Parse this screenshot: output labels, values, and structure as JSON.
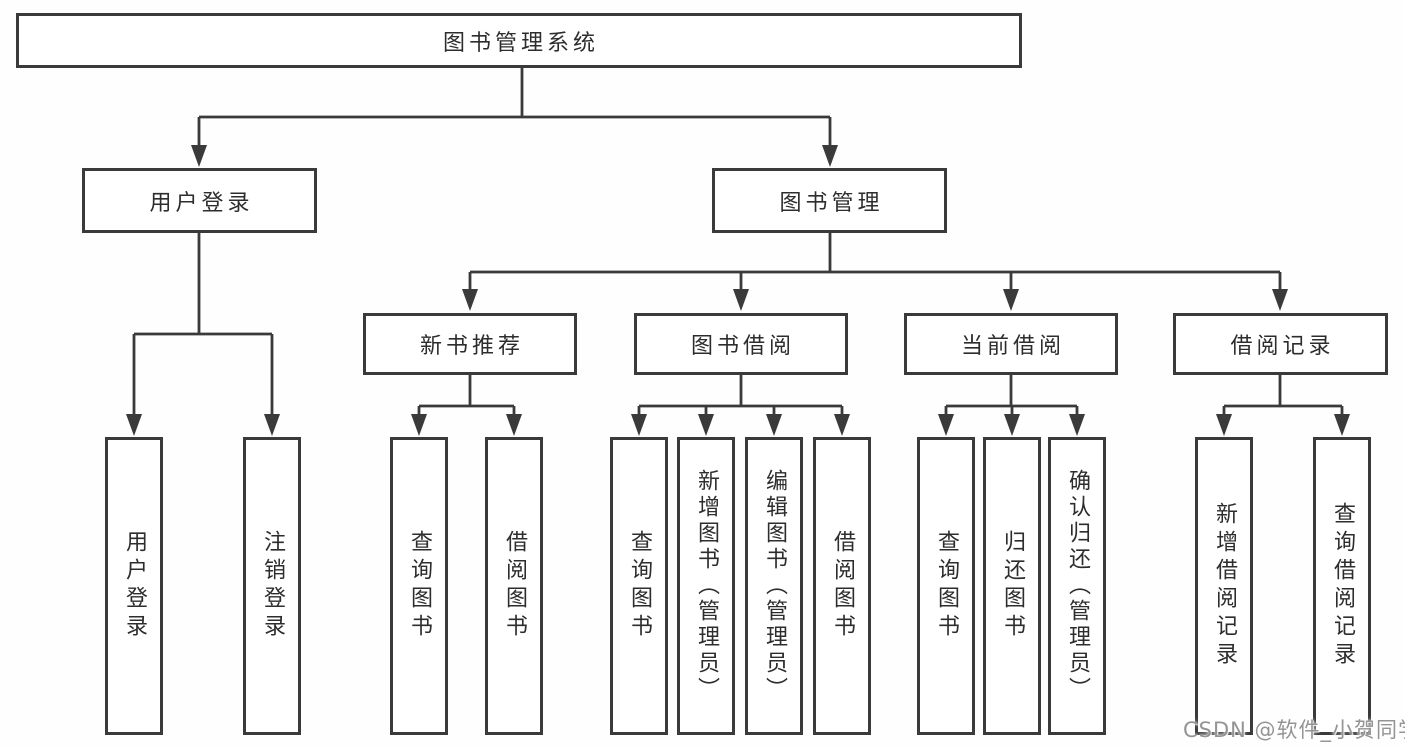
{
  "diagram": {
    "root": {
      "label": "图书管理系统"
    },
    "branches": [
      {
        "label": "用户登录",
        "children": [
          {
            "label": "用户登录"
          },
          {
            "label": "注销登录"
          }
        ]
      },
      {
        "label": "图书管理",
        "children": [
          {
            "label": "新书推荐",
            "children": [
              {
                "label": "查询图书"
              },
              {
                "label": "借阅图书"
              }
            ]
          },
          {
            "label": "图书借阅",
            "children": [
              {
                "label": "查询图书"
              },
              {
                "label": "新增图书（管理员）"
              },
              {
                "label": "编辑图书（管理员）"
              },
              {
                "label": "借阅图书"
              }
            ]
          },
          {
            "label": "当前借阅",
            "children": [
              {
                "label": "查询图书"
              },
              {
                "label": "归还图书"
              },
              {
                "label": "确认归还（管理员）"
              }
            ]
          },
          {
            "label": "借阅记录",
            "children": [
              {
                "label": "新增借阅记录"
              },
              {
                "label": "查询借阅记录"
              }
            ]
          }
        ]
      }
    ]
  },
  "watermark": {
    "text": "CSDN @软件_小贺同学"
  },
  "colors": {
    "line": "#3a3a3a",
    "box_border": "#3a3a3a",
    "box_fill": "#ffffff",
    "text": "#2d2d2d",
    "watermark": "#949494",
    "background": "#ffffff"
  }
}
